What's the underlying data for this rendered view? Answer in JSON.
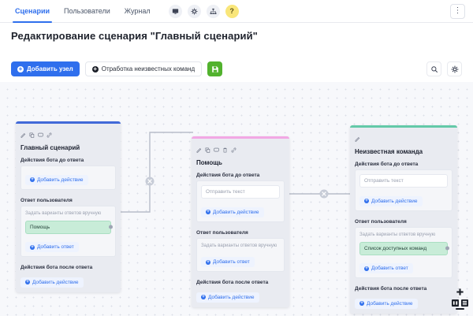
{
  "topnav": {
    "tabs": [
      {
        "label": "Сценарии",
        "active": true
      },
      {
        "label": "Пользователи",
        "active": false
      },
      {
        "label": "Журнал",
        "active": false
      }
    ],
    "icons": [
      {
        "name": "monitor-icon",
        "glyph": "▣"
      },
      {
        "name": "gear-icon",
        "glyph": "⚙"
      },
      {
        "name": "sitemap-icon",
        "glyph": "⛬"
      },
      {
        "name": "help-icon",
        "glyph": "?"
      }
    ],
    "menu_glyph": "⋮"
  },
  "page": {
    "title": "Редактирование сценария \"Главный сценарий\""
  },
  "toolbar": {
    "add_node_label": "Добавить узел",
    "unknown_commands_label": "Отработка неизвестных команд",
    "save_glyph": "🖫",
    "search_glyph": "⌕",
    "settings_glyph": "⚙"
  },
  "labels": {
    "bot_actions_before": "Действия бота до ответа",
    "user_reply": "Ответ пользователя",
    "bot_actions_after": "Действия бота после ответа",
    "add_action": "Добавить действие",
    "add_reply": "Добавить ответ",
    "send_text": "Отправить текст",
    "manual_variants": "Задать варианты ответов вручную"
  },
  "colors": {
    "accent": "#2f6fed",
    "node1_bar": "#4169d8",
    "node2_bar": "#f2a8e4",
    "node3_bar": "#63c9a8",
    "save_green": "#52b22e",
    "help_yellow": "#f9e67a",
    "chip_green": "#c8ecd8"
  },
  "nodes": [
    {
      "id": "node-main",
      "title": "Главный сценарий",
      "bar_color": "#4169d8",
      "icons": [
        "edit-icon",
        "copy-icon",
        "comment-icon",
        "link-icon"
      ],
      "icon_glyphs": [
        "✎",
        "❏",
        "▭",
        "⤡"
      ],
      "has_send_text_field": false,
      "chip": "Помощь"
    },
    {
      "id": "node-help",
      "title": "Помощь",
      "bar_color": "#f2a8e4",
      "icons": [
        "edit-icon",
        "copy-icon",
        "comment-icon",
        "trash-icon",
        "link-icon"
      ],
      "icon_glyphs": [
        "✎",
        "❏",
        "▭",
        "🗑",
        "⤡"
      ],
      "has_send_text_field": true,
      "chip": null
    },
    {
      "id": "node-unknown",
      "title": "Неизвестная команда",
      "bar_color": "#63c9a8",
      "icons": [
        "edit-icon"
      ],
      "icon_glyphs": [
        "✎"
      ],
      "has_send_text_field": true,
      "chip": "Список доступных команд"
    }
  ],
  "zoom_controls": {
    "plus": "+",
    "minus": "—",
    "fit_glyph": "▯▯",
    "grid_glyph": "▤"
  }
}
